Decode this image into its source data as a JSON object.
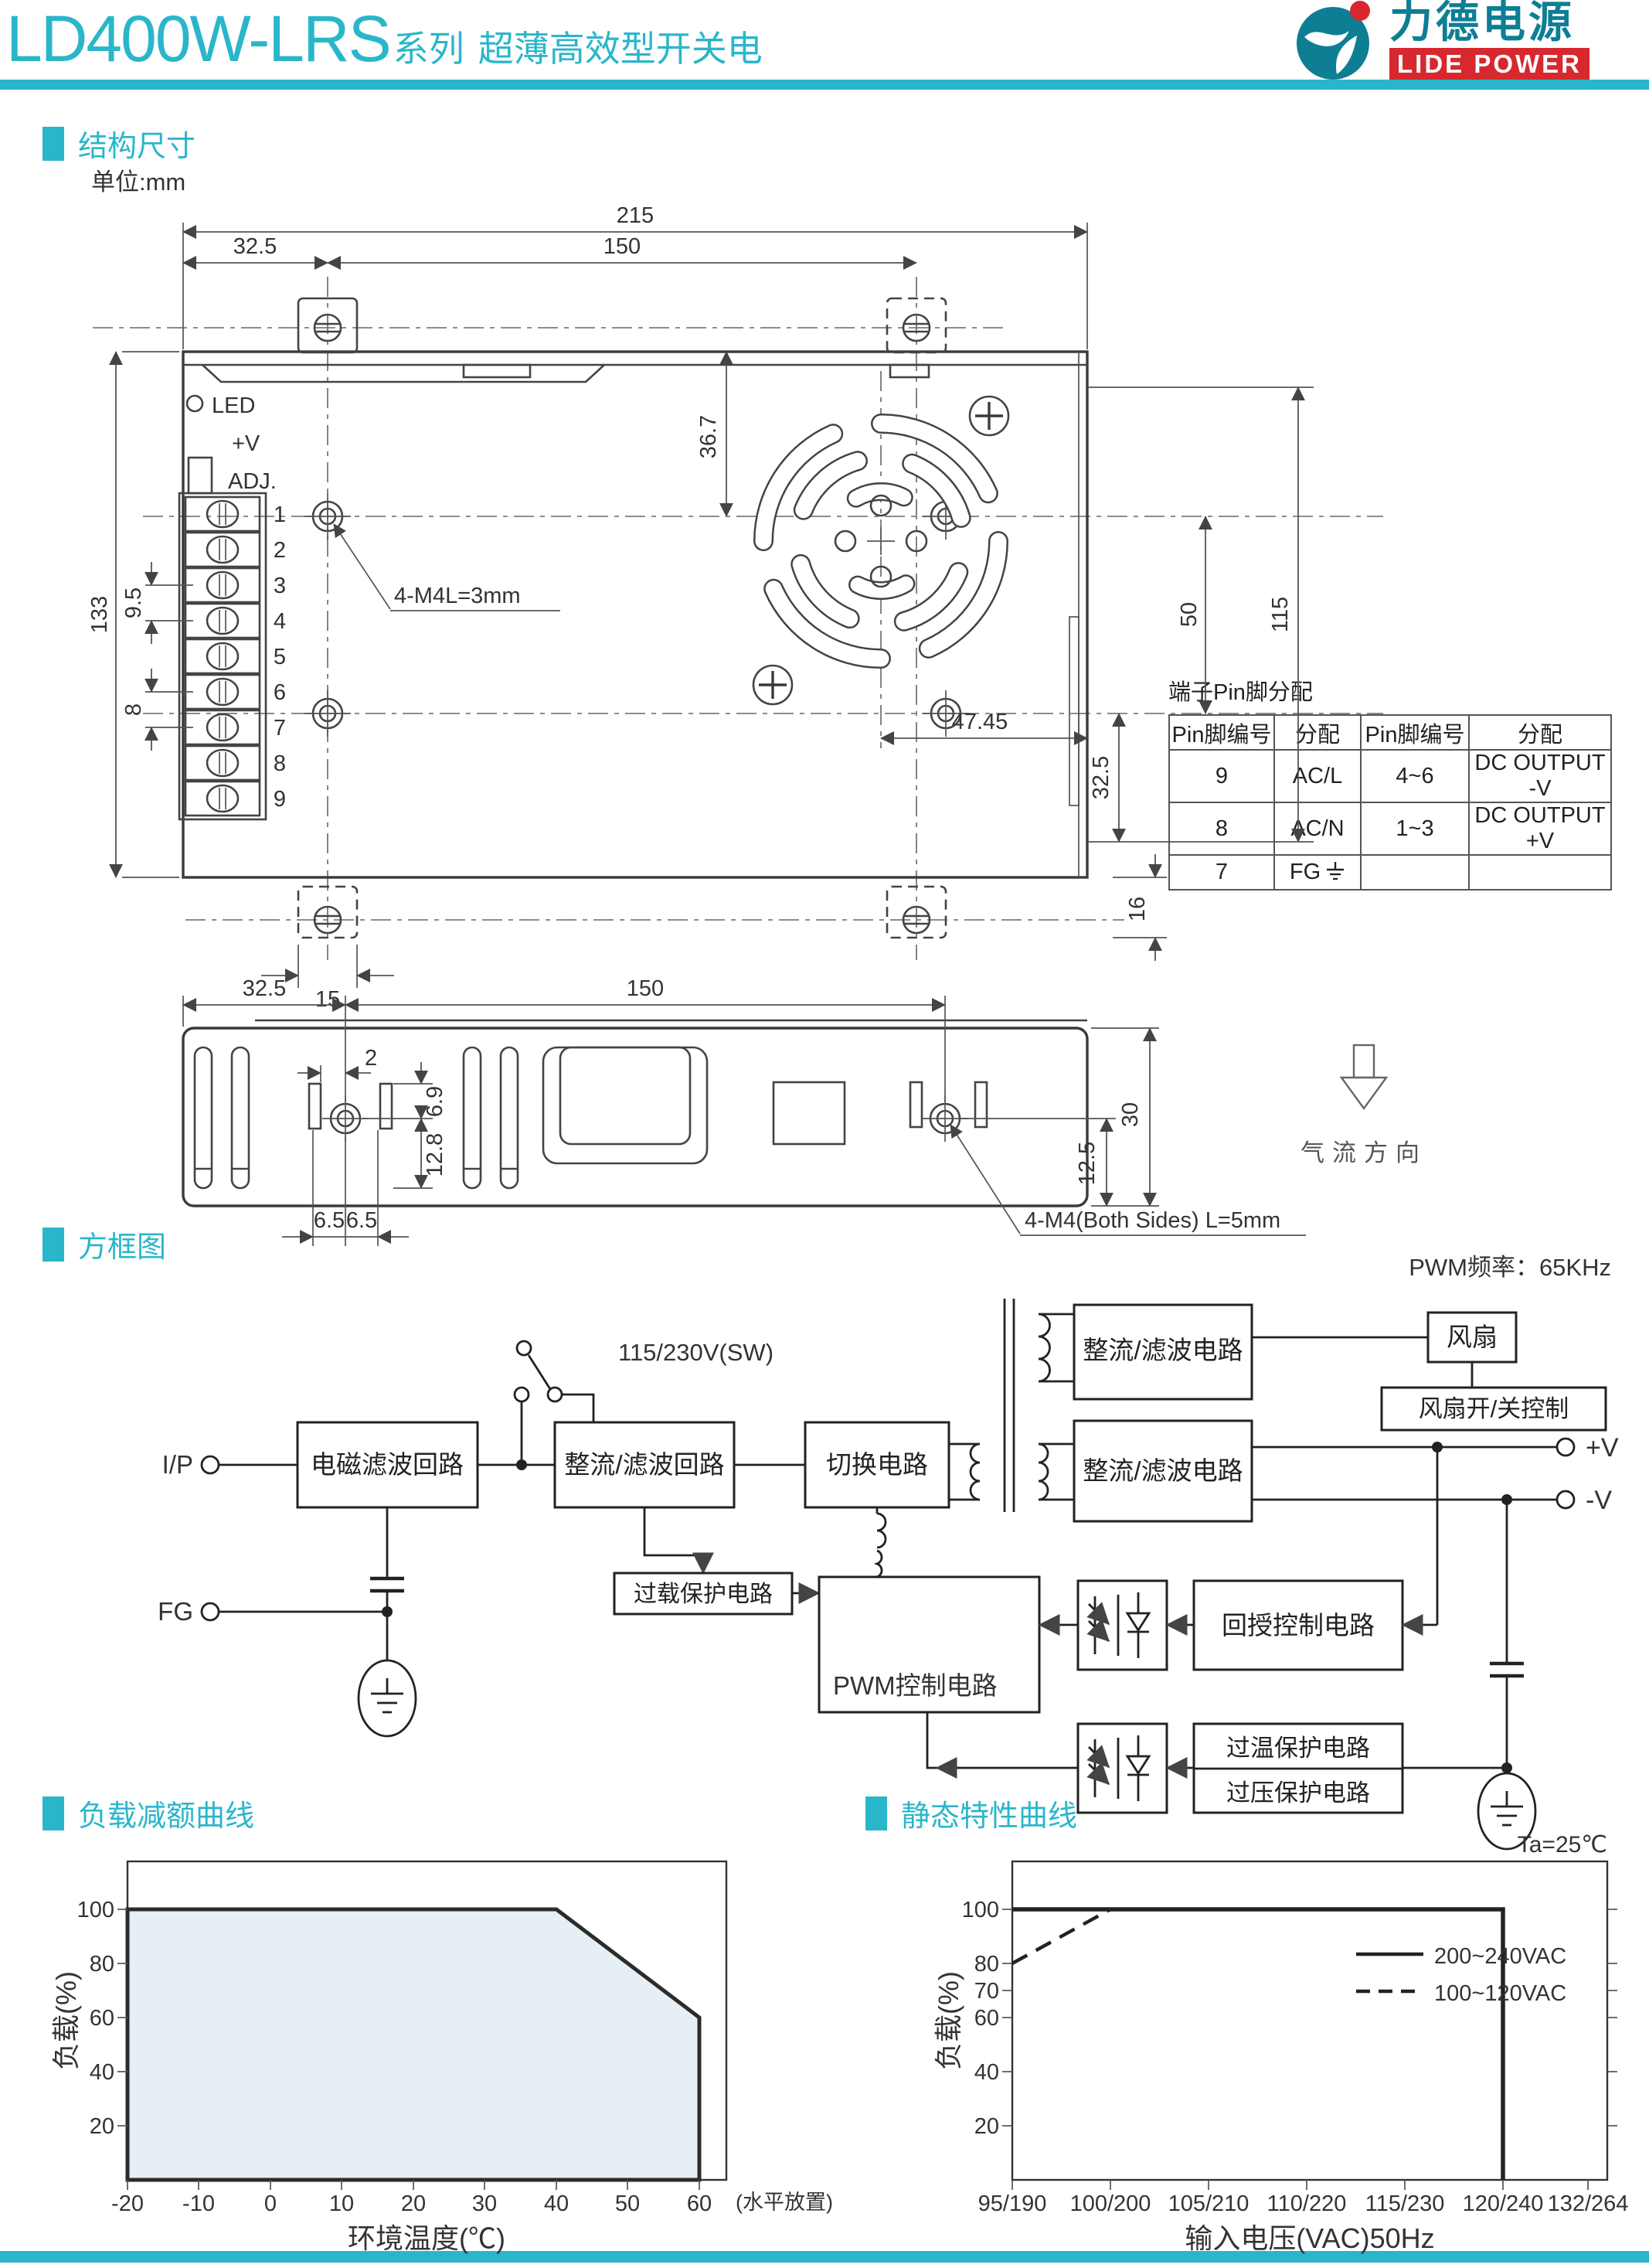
{
  "header": {
    "model": "LD400W-LRS",
    "series_suffix": "系列",
    "subtitle": "超薄高效型开关电",
    "logo_cn": "力德电源",
    "logo_en": "LIDE POWER"
  },
  "sections": {
    "structure": "结构尺寸",
    "unit": "单位:mm",
    "block": "方框图"
  },
  "mech": {
    "dims": {
      "w215": "215",
      "w325": "32.5",
      "w150": "150",
      "h133": "133",
      "p95": "9.5",
      "p8": "8",
      "b15": "15",
      "r16": "16",
      "f367": "36.7",
      "f4745": "47.45",
      "r50": "50",
      "r115": "115",
      "r325": "32.5",
      "s325": "32.5",
      "s150": "150",
      "s2": "2",
      "s69": "6.9",
      "s128": "12.8",
      "s65a": "6.5",
      "s65b": "6.5",
      "s30": "30",
      "s125": "12.5"
    },
    "ann_top": "4-M4L=3mm",
    "ann_side": "4-M4(Both Sides) L=5mm",
    "airflow": "气流方向",
    "led": "LED",
    "v_plus": "+V",
    "adj": "ADJ.",
    "pins": [
      "1",
      "2",
      "3",
      "4",
      "5",
      "6",
      "7",
      "8",
      "9"
    ]
  },
  "pin_table": {
    "title": "端子Pin脚分配",
    "headers": [
      "Pin脚编号",
      "分配",
      "Pin脚编号",
      "分配"
    ],
    "rows": [
      [
        "9",
        "AC/L",
        "4~6",
        "DC OUTPUT -V"
      ],
      [
        "8",
        "AC/N",
        "1~3",
        "DC OUTPUT +V"
      ],
      [
        "7",
        "FG",
        "",
        ""
      ]
    ]
  },
  "blocks": {
    "pwm_freq": "PWM频率：65KHz",
    "ip": "I/P",
    "fg": "FG",
    "sw": "115/230V(SW)",
    "emi": "电磁滤波回路",
    "rect_in": "整流/滤波回路",
    "switch": "切换电路",
    "rect_out": "整流/滤波电路",
    "rect_fan": "整流/滤波电路",
    "fan": "风扇",
    "fan_ctrl": "风扇开/关控制",
    "overload": "过载保护电路",
    "pwm": "PWM控制电路",
    "feedback": "回授控制电路",
    "otp": "过温保护电路",
    "ovp": "过压保护电路",
    "v_plus": "+V",
    "v_minus": "-V"
  },
  "chart_data": [
    {
      "type": "area",
      "title": "负载减额曲线",
      "xlabel": "环境温度(℃)",
      "ylabel": "负载(%)",
      "x_tick_labels": [
        "-20",
        "-10",
        "0",
        "10",
        "20",
        "30",
        "40",
        "50",
        "60"
      ],
      "y_tick_labels": [
        "20",
        "40",
        "60",
        "80",
        "100"
      ],
      "annotation": "(水平放置)",
      "points_x": [
        -20,
        40,
        60,
        60
      ],
      "points_y": [
        100,
        100,
        60,
        0
      ],
      "xlim": [
        -20,
        63
      ],
      "ylim": [
        0,
        115
      ],
      "fill_color": "#E6EFF3"
    },
    {
      "type": "line",
      "title": "静态特性曲线",
      "note": "Ta=25℃",
      "xlabel": "输入电压(VAC)50Hz",
      "ylabel": "负载(%)",
      "x_tick_labels": [
        "95/190",
        "100/200",
        "105/210",
        "110/220",
        "115/230",
        "120/240",
        "132/264"
      ],
      "y_tick_labels": [
        "20",
        "40",
        "60",
        "70",
        "80",
        "100"
      ],
      "ylim": [
        0,
        115
      ],
      "series": [
        {
          "name": "200~240VAC",
          "style": "solid",
          "x": [
            "95/190",
            "120/240",
            "120/240"
          ],
          "y": [
            100,
            100,
            0
          ]
        },
        {
          "name": "100~120VAC",
          "style": "dashed",
          "x": [
            "95/190",
            "100/200"
          ],
          "y": [
            80,
            100
          ]
        }
      ]
    }
  ]
}
